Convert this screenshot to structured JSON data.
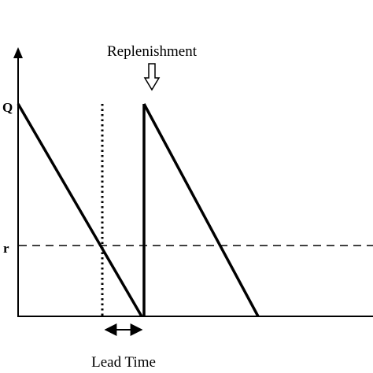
{
  "labels": {
    "q_axis": "Q",
    "r_axis": "r",
    "replenishment": "Replenishment",
    "lead_time": "Lead Time"
  },
  "colors": {
    "ink": "#000000",
    "background": "#ffffff"
  },
  "icons": {
    "replenishment_marker": "down-arrow-outline",
    "lead_time_marker": "double-headed-arrow"
  }
}
